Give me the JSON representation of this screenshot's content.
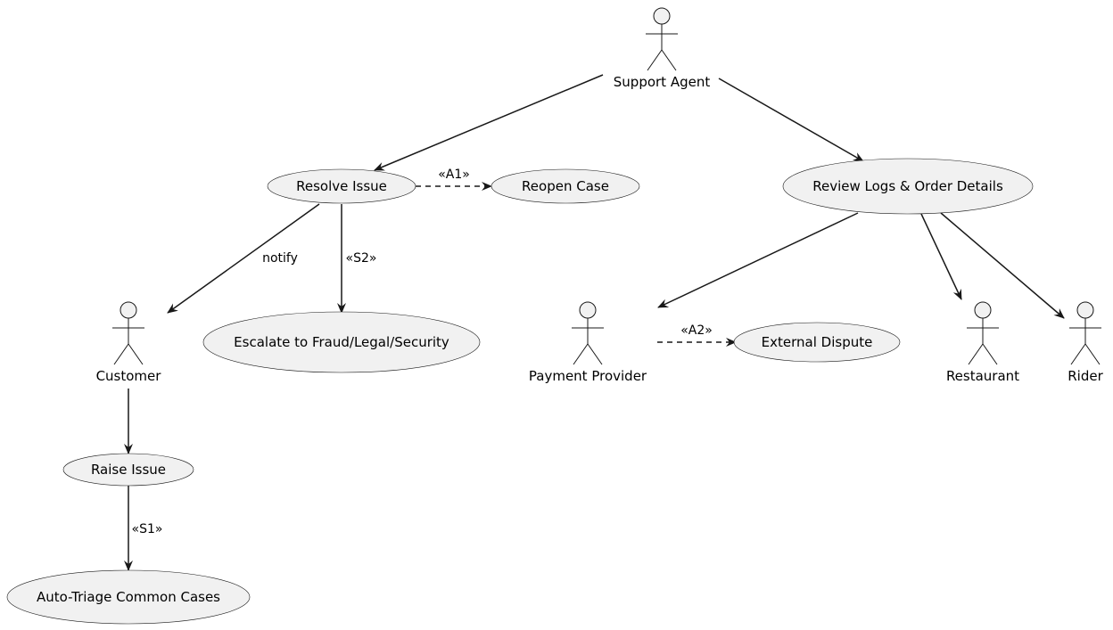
{
  "actors": {
    "support_agent": "Support Agent",
    "customer": "Customer",
    "payment_provider": "Payment Provider",
    "restaurant": "Restaurant",
    "rider": "Rider"
  },
  "usecases": {
    "resolve_issue": "Resolve Issue",
    "reopen_case": "Reopen Case",
    "review_logs": "Review Logs & Order Details",
    "escalate": "Escalate to Fraud/Legal/Security",
    "external_dispute": "External Dispute",
    "raise_issue": "Raise Issue",
    "auto_triage": "Auto-Triage Common Cases"
  },
  "edge_labels": {
    "a1": "«A1»",
    "notify": "notify",
    "s2": "«S2»",
    "a2": "«A2»",
    "s1": "«S1»"
  }
}
